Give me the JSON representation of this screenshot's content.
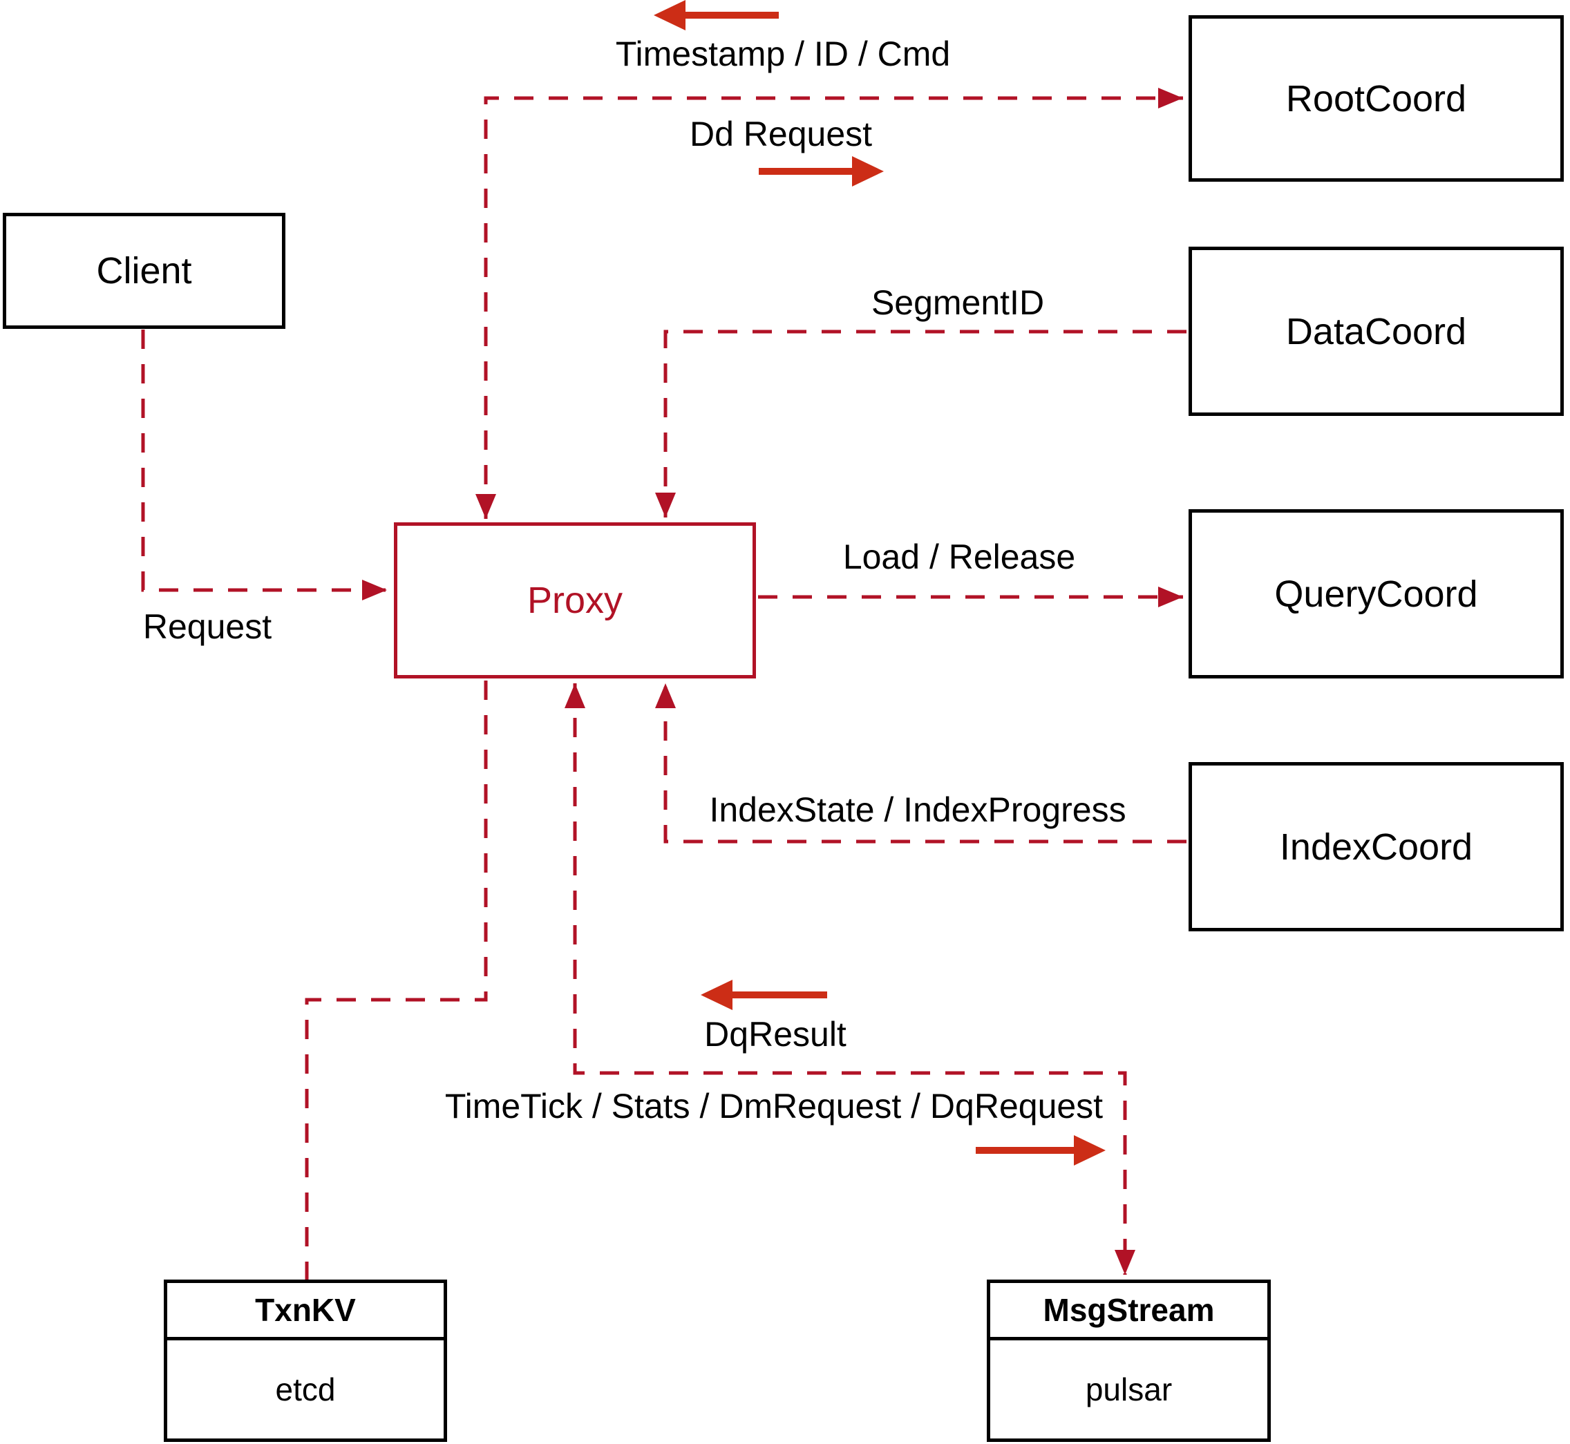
{
  "diagram": {
    "nodes": {
      "client": {
        "label": "Client"
      },
      "rootcoord": {
        "label": "RootCoord"
      },
      "datacoord": {
        "label": "DataCoord"
      },
      "querycoord": {
        "label": "QueryCoord"
      },
      "indexcoord": {
        "label": "IndexCoord"
      },
      "proxy": {
        "label": "Proxy"
      },
      "txnkv": {
        "title": "TxnKV",
        "body": "etcd"
      },
      "msgstream": {
        "title": "MsgStream",
        "body": "pulsar"
      }
    },
    "edge_labels": {
      "request": "Request",
      "timestamp_id_cmd": "Timestamp / ID / Cmd",
      "dd_request": "Dd Request",
      "segment_id": "SegmentID",
      "load_release": "Load / Release",
      "index_state_progress": "IndexState / IndexProgress",
      "dq_result": "DqResult",
      "timetick_stats": "TimeTick / Stats / DmRequest / DqRequest"
    },
    "colors": {
      "connector": "#B11226",
      "direction_arrow": "#CC2D16",
      "node_border": "#000000",
      "proxy_accent": "#B11226",
      "background": "#FFFFFF"
    }
  }
}
